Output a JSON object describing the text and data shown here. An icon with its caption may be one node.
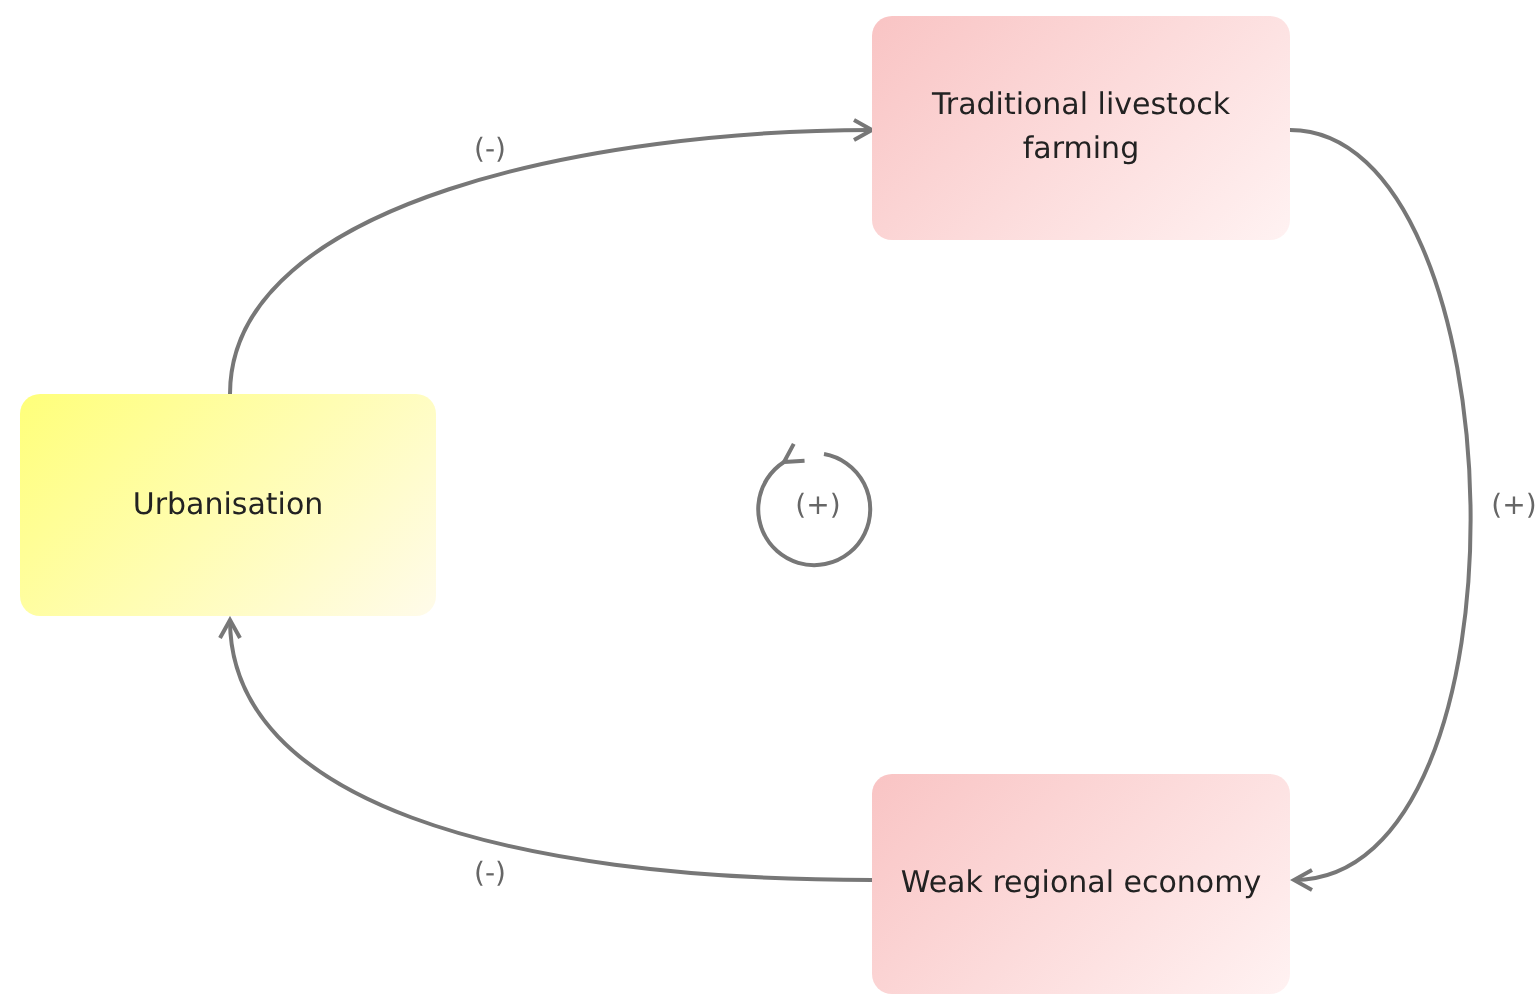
{
  "diagram": {
    "nodes": [
      {
        "text": [
          "Urbanisation"
        ]
      },
      {
        "text": [
          "Traditional livestock farming"
        ]
      },
      {
        "text": [
          "Weak regional economy"
        ]
      }
    ],
    "edges": [
      {
        "from": 0,
        "to": 1,
        "arrow": "to",
        "label": "(-)"
      },
      {
        "from": 1,
        "to": 2,
        "arrow": "to",
        "label": "(+)"
      },
      {
        "from": 2,
        "to": 0,
        "arrow": "to",
        "label": "(-)"
      }
    ],
    "labels": [
      "(+)"
    ]
  }
}
